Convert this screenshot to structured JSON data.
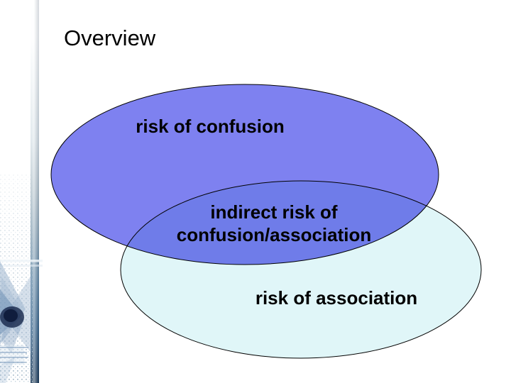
{
  "slide": {
    "title": "Overview",
    "background_color": "#ffffff"
  },
  "diagram": {
    "type": "venn",
    "outline_color": "#000000",
    "ellipses": [
      {
        "label": "risk of confusion",
        "fill": "#7e81f0"
      },
      {
        "label": "risk of association",
        "fill": "#e0f6f8"
      }
    ],
    "overlap_label_lines": [
      "indirect risk of",
      "confusion/association"
    ],
    "overlap_blend": "multiply"
  },
  "decoration": {
    "left_bar_top_color": "#ffffff",
    "left_bar_bottom_color": "#102f4e",
    "dot_color": "#a9bccb",
    "shard_color": "#93adc9",
    "core_color": "#132449",
    "line_color": "#7f9dbd"
  }
}
